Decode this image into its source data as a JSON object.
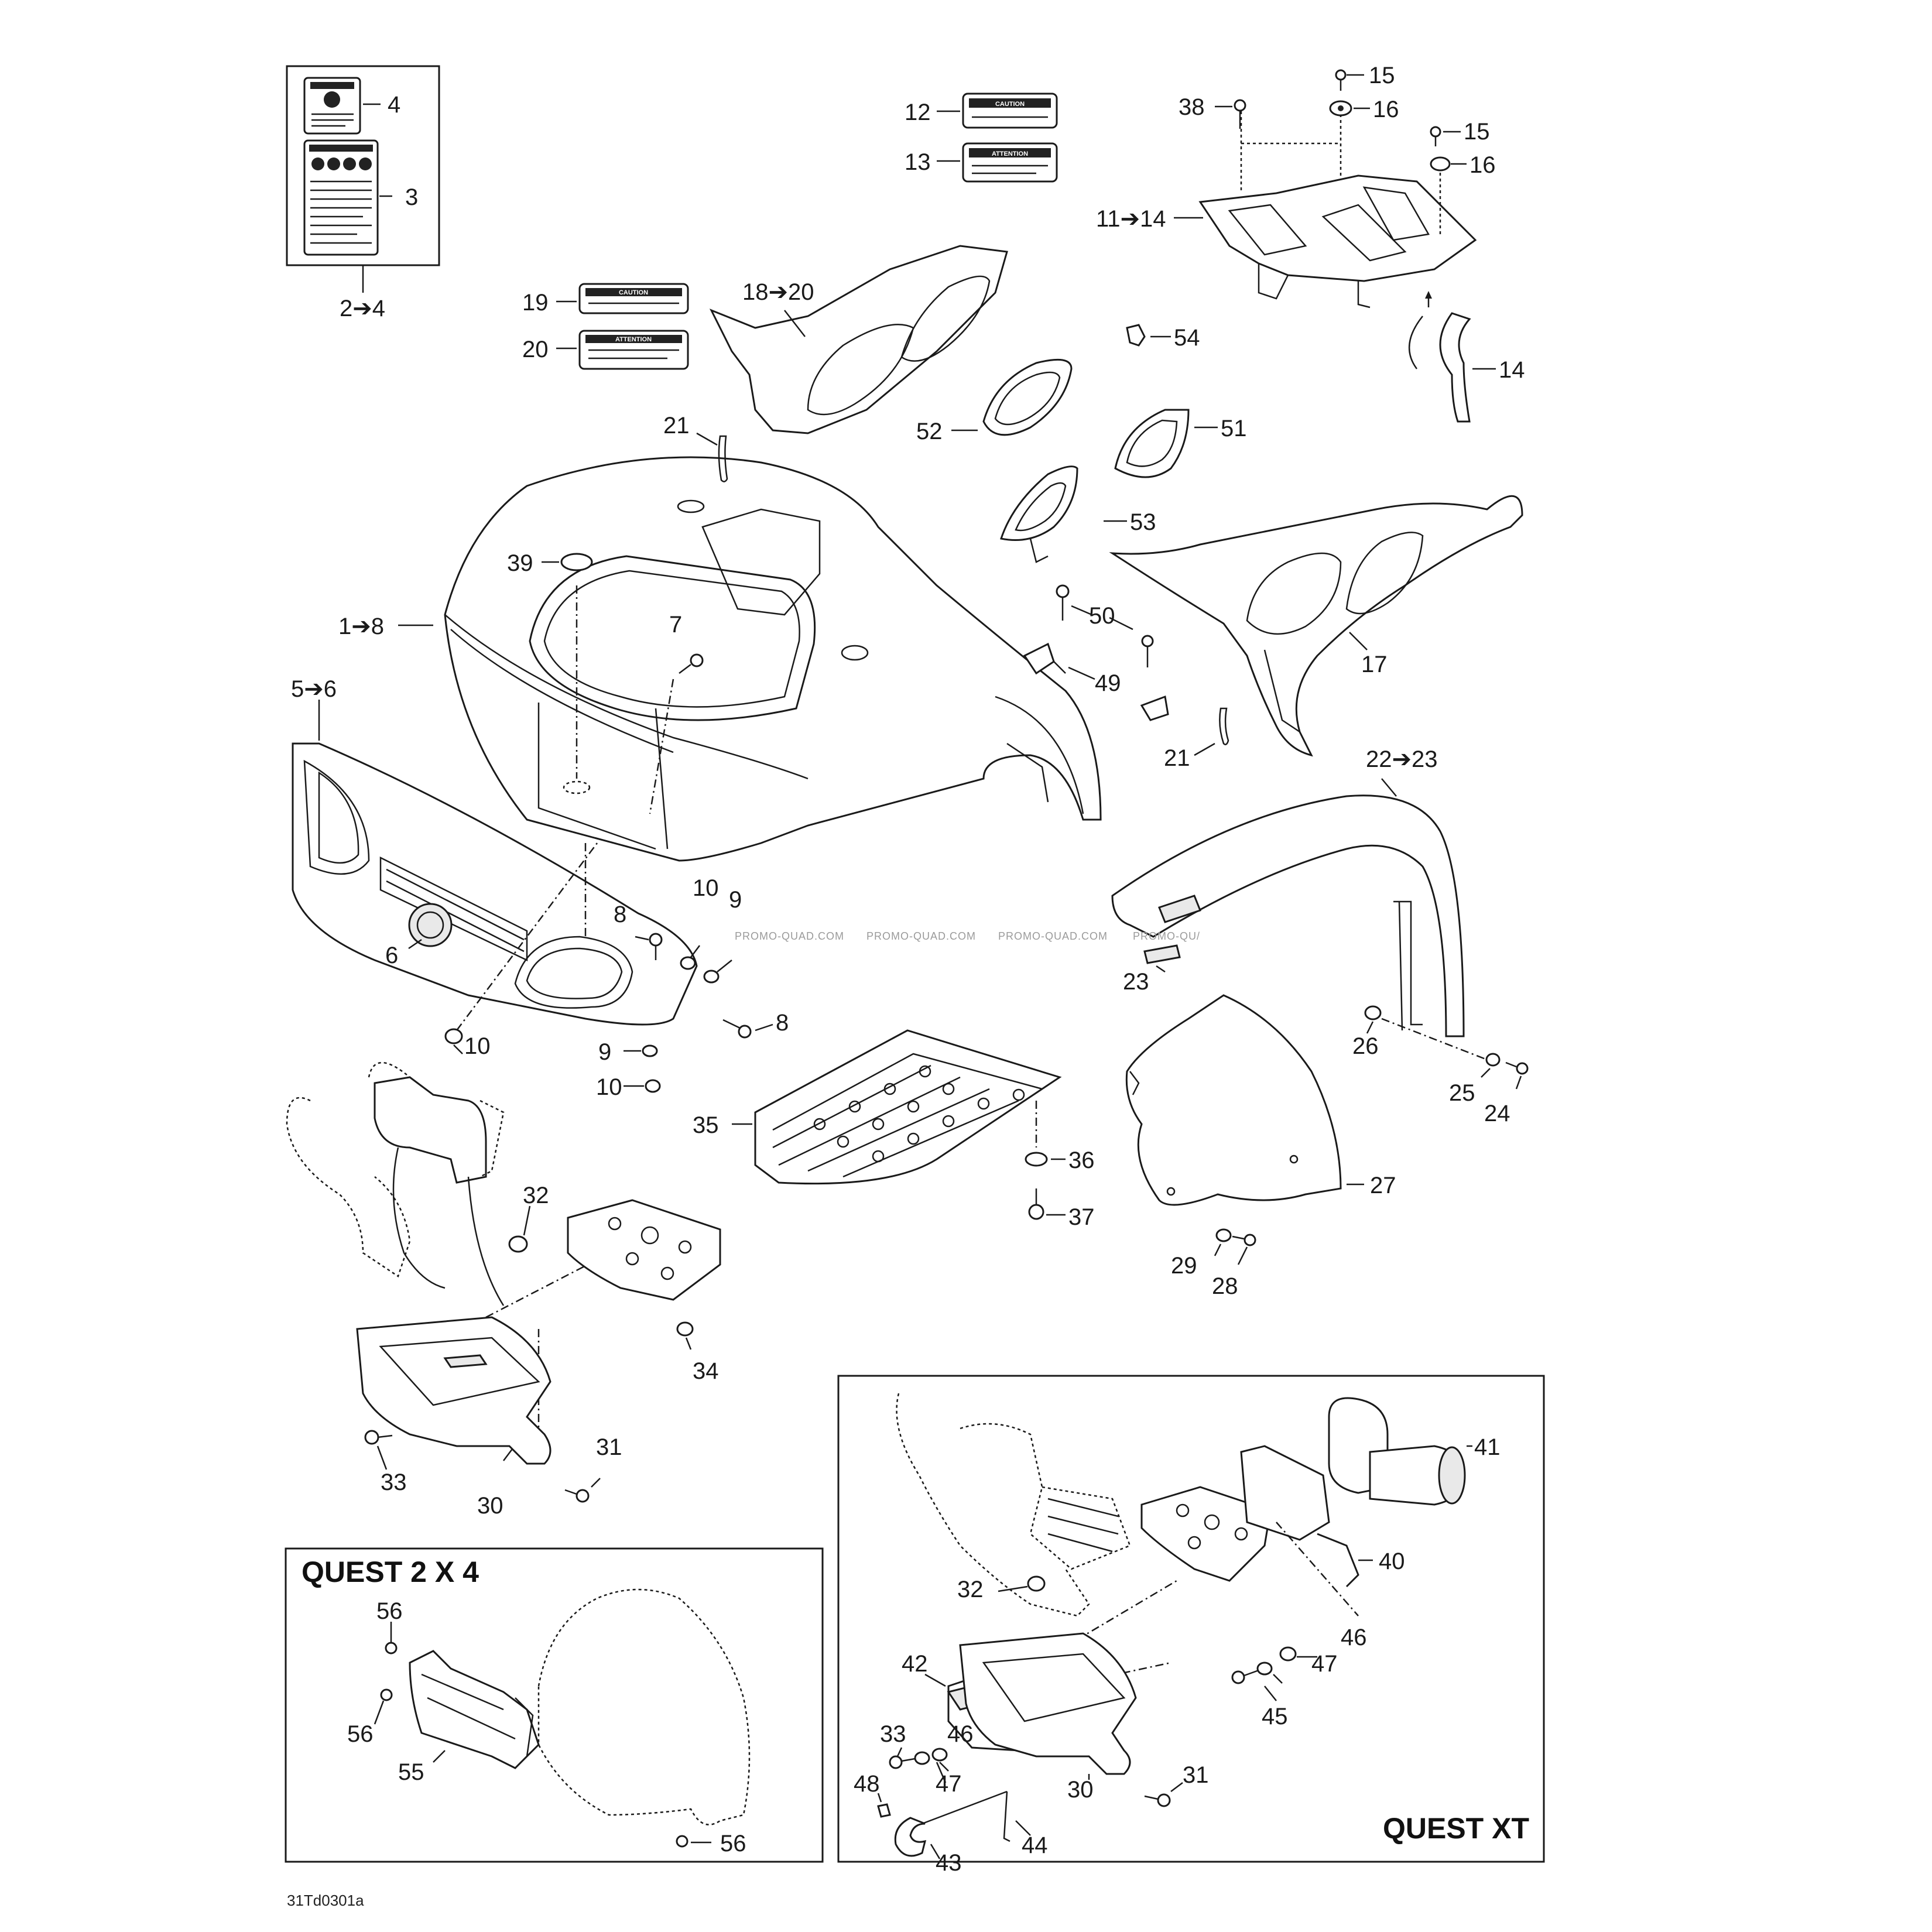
{
  "diagram": {
    "drawing_code": "31Td0301a",
    "watermarks": [
      "PROMO-QUAD.COM",
      "PROMO-QUAD.COM",
      "PROMO-QUAD.COM",
      "PROMO-QU/"
    ],
    "variant_titles": {
      "quest_2x4": "QUEST 2 X 4",
      "quest_xt": "QUEST XT"
    },
    "callouts": [
      {
        "id": "c4",
        "text": "4"
      },
      {
        "id": "c3",
        "text": "3"
      },
      {
        "id": "c2to4",
        "text": "2➔4"
      },
      {
        "id": "c12",
        "text": "12"
      },
      {
        "id": "c13",
        "text": "13"
      },
      {
        "id": "c38",
        "text": "38"
      },
      {
        "id": "c15a",
        "text": "15"
      },
      {
        "id": "c16a",
        "text": "16"
      },
      {
        "id": "c15b",
        "text": "15"
      },
      {
        "id": "c16b",
        "text": "16"
      },
      {
        "id": "c11to14",
        "text": "11➔14"
      },
      {
        "id": "c14",
        "text": "14"
      },
      {
        "id": "c19",
        "text": "19"
      },
      {
        "id": "c20",
        "text": "20"
      },
      {
        "id": "c18to20",
        "text": "18➔20"
      },
      {
        "id": "c54",
        "text": "54"
      },
      {
        "id": "c52",
        "text": "52"
      },
      {
        "id": "c51",
        "text": "51"
      },
      {
        "id": "c21a",
        "text": "21"
      },
      {
        "id": "c53",
        "text": "53"
      },
      {
        "id": "c39",
        "text": "39"
      },
      {
        "id": "c1to8",
        "text": "1➔8"
      },
      {
        "id": "c7",
        "text": "7"
      },
      {
        "id": "c50",
        "text": "50"
      },
      {
        "id": "c17",
        "text": "17"
      },
      {
        "id": "c49",
        "text": "49"
      },
      {
        "id": "c5to6",
        "text": "5➔6"
      },
      {
        "id": "c21b",
        "text": "21"
      },
      {
        "id": "c22to23",
        "text": "22➔23"
      },
      {
        "id": "c10a",
        "text": "10"
      },
      {
        "id": "c8a",
        "text": "8"
      },
      {
        "id": "c9a",
        "text": "9"
      },
      {
        "id": "c6",
        "text": "6"
      },
      {
        "id": "c8b",
        "text": "8"
      },
      {
        "id": "c23",
        "text": "23"
      },
      {
        "id": "c26",
        "text": "26"
      },
      {
        "id": "c10b",
        "text": "10"
      },
      {
        "id": "c9b",
        "text": "9"
      },
      {
        "id": "c10c",
        "text": "10"
      },
      {
        "id": "c25",
        "text": "25"
      },
      {
        "id": "c24",
        "text": "24"
      },
      {
        "id": "c35",
        "text": "35"
      },
      {
        "id": "c36",
        "text": "36"
      },
      {
        "id": "c27",
        "text": "27"
      },
      {
        "id": "c32a",
        "text": "32"
      },
      {
        "id": "c37",
        "text": "37"
      },
      {
        "id": "c29",
        "text": "29"
      },
      {
        "id": "c28",
        "text": "28"
      },
      {
        "id": "c34",
        "text": "34"
      },
      {
        "id": "c31a",
        "text": "31"
      },
      {
        "id": "c33a",
        "text": "33"
      },
      {
        "id": "c30a",
        "text": "30"
      },
      {
        "id": "c41",
        "text": "41"
      },
      {
        "id": "c40",
        "text": "40"
      },
      {
        "id": "c56a",
        "text": "56"
      },
      {
        "id": "c32b",
        "text": "32"
      },
      {
        "id": "c46a",
        "text": "46"
      },
      {
        "id": "c42",
        "text": "42"
      },
      {
        "id": "c47a",
        "text": "47"
      },
      {
        "id": "c45",
        "text": "45"
      },
      {
        "id": "c56b",
        "text": "56"
      },
      {
        "id": "c33b",
        "text": "33"
      },
      {
        "id": "c46b",
        "text": "46"
      },
      {
        "id": "c55",
        "text": "55"
      },
      {
        "id": "c48",
        "text": "48"
      },
      {
        "id": "c47b",
        "text": "47"
      },
      {
        "id": "c31b",
        "text": "31"
      },
      {
        "id": "c30b",
        "text": "30"
      },
      {
        "id": "c44",
        "text": "44"
      },
      {
        "id": "c43",
        "text": "43"
      },
      {
        "id": "c56c",
        "text": "56"
      }
    ],
    "decals": {
      "caution": "CAUTION",
      "attention": "ATTENTION"
    }
  }
}
